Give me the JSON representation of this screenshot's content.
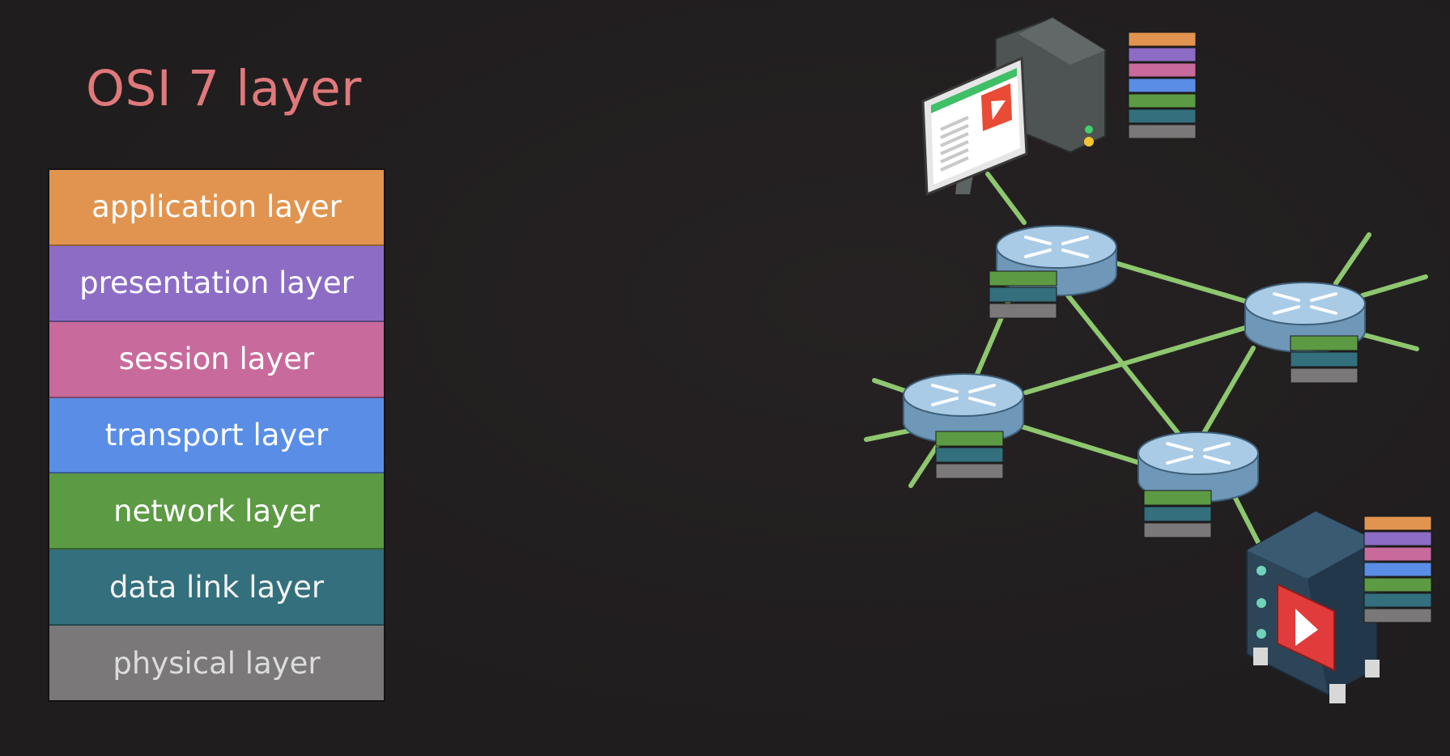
{
  "title": {
    "text": "OSI 7 layer",
    "color": "#e0797b"
  },
  "layers": [
    {
      "label": "application layer",
      "color": "#e1944f",
      "text_color": "#ffffff"
    },
    {
      "label": "presentation layer",
      "color": "#8d6cc6",
      "text_color": "#ffffff"
    },
    {
      "label": "session layer",
      "color": "#c86a9c",
      "text_color": "#ffffff"
    },
    {
      "label": "transport layer",
      "color": "#5a8ee6",
      "text_color": "#ffffff"
    },
    {
      "label": "network layer",
      "color": "#5c9a44",
      "text_color": "#ffffff"
    },
    {
      "label": "data link layer",
      "color": "#336f7c",
      "text_color": "#f2f2f2"
    },
    {
      "label": "physical layer",
      "color": "#7a7878",
      "text_color": "#dcdcdc"
    }
  ],
  "diagram": {
    "link_color": "#8ec76f",
    "router_color": "#a9cbe6",
    "device_icons": [
      "client-computer-icon",
      "video-server-icon",
      "router-icon",
      "play-icon"
    ]
  }
}
